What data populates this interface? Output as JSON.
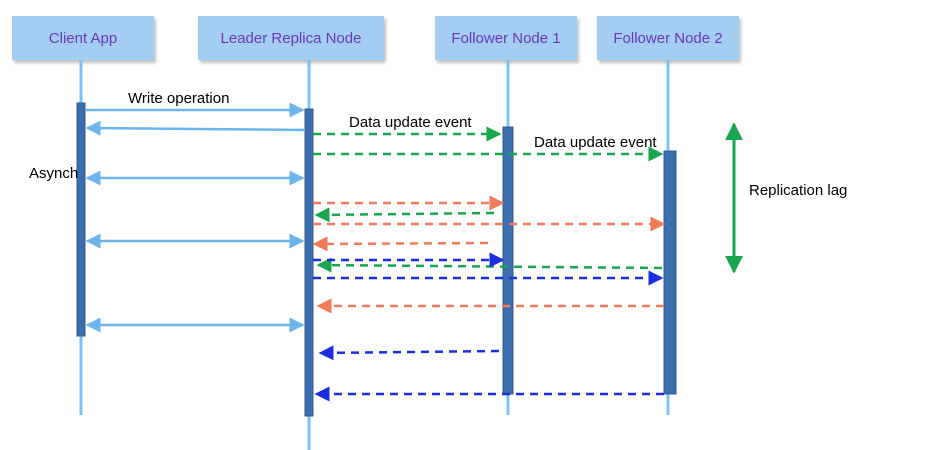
{
  "participants": [
    {
      "name": "Client App"
    },
    {
      "name": "Leader Replica Node"
    },
    {
      "name": "Follower Node 1"
    },
    {
      "name": "Follower Node 2"
    }
  ],
  "labels": {
    "write_operation": "Write operation",
    "data_update_event_1": "Data update event",
    "data_update_event_2": "Data update event",
    "async": "Asynch",
    "replication_lag": "Replication lag"
  },
  "colors": {
    "header_fill": "#a4cdf4",
    "header_text": "#6a37b6",
    "lifeline": "#7cc2f2",
    "activation": "#3d6fae",
    "client_arrow": "#6cb4ee",
    "green": "#1aa64f",
    "orange": "#f27c5a",
    "blue": "#1a2fe0"
  }
}
